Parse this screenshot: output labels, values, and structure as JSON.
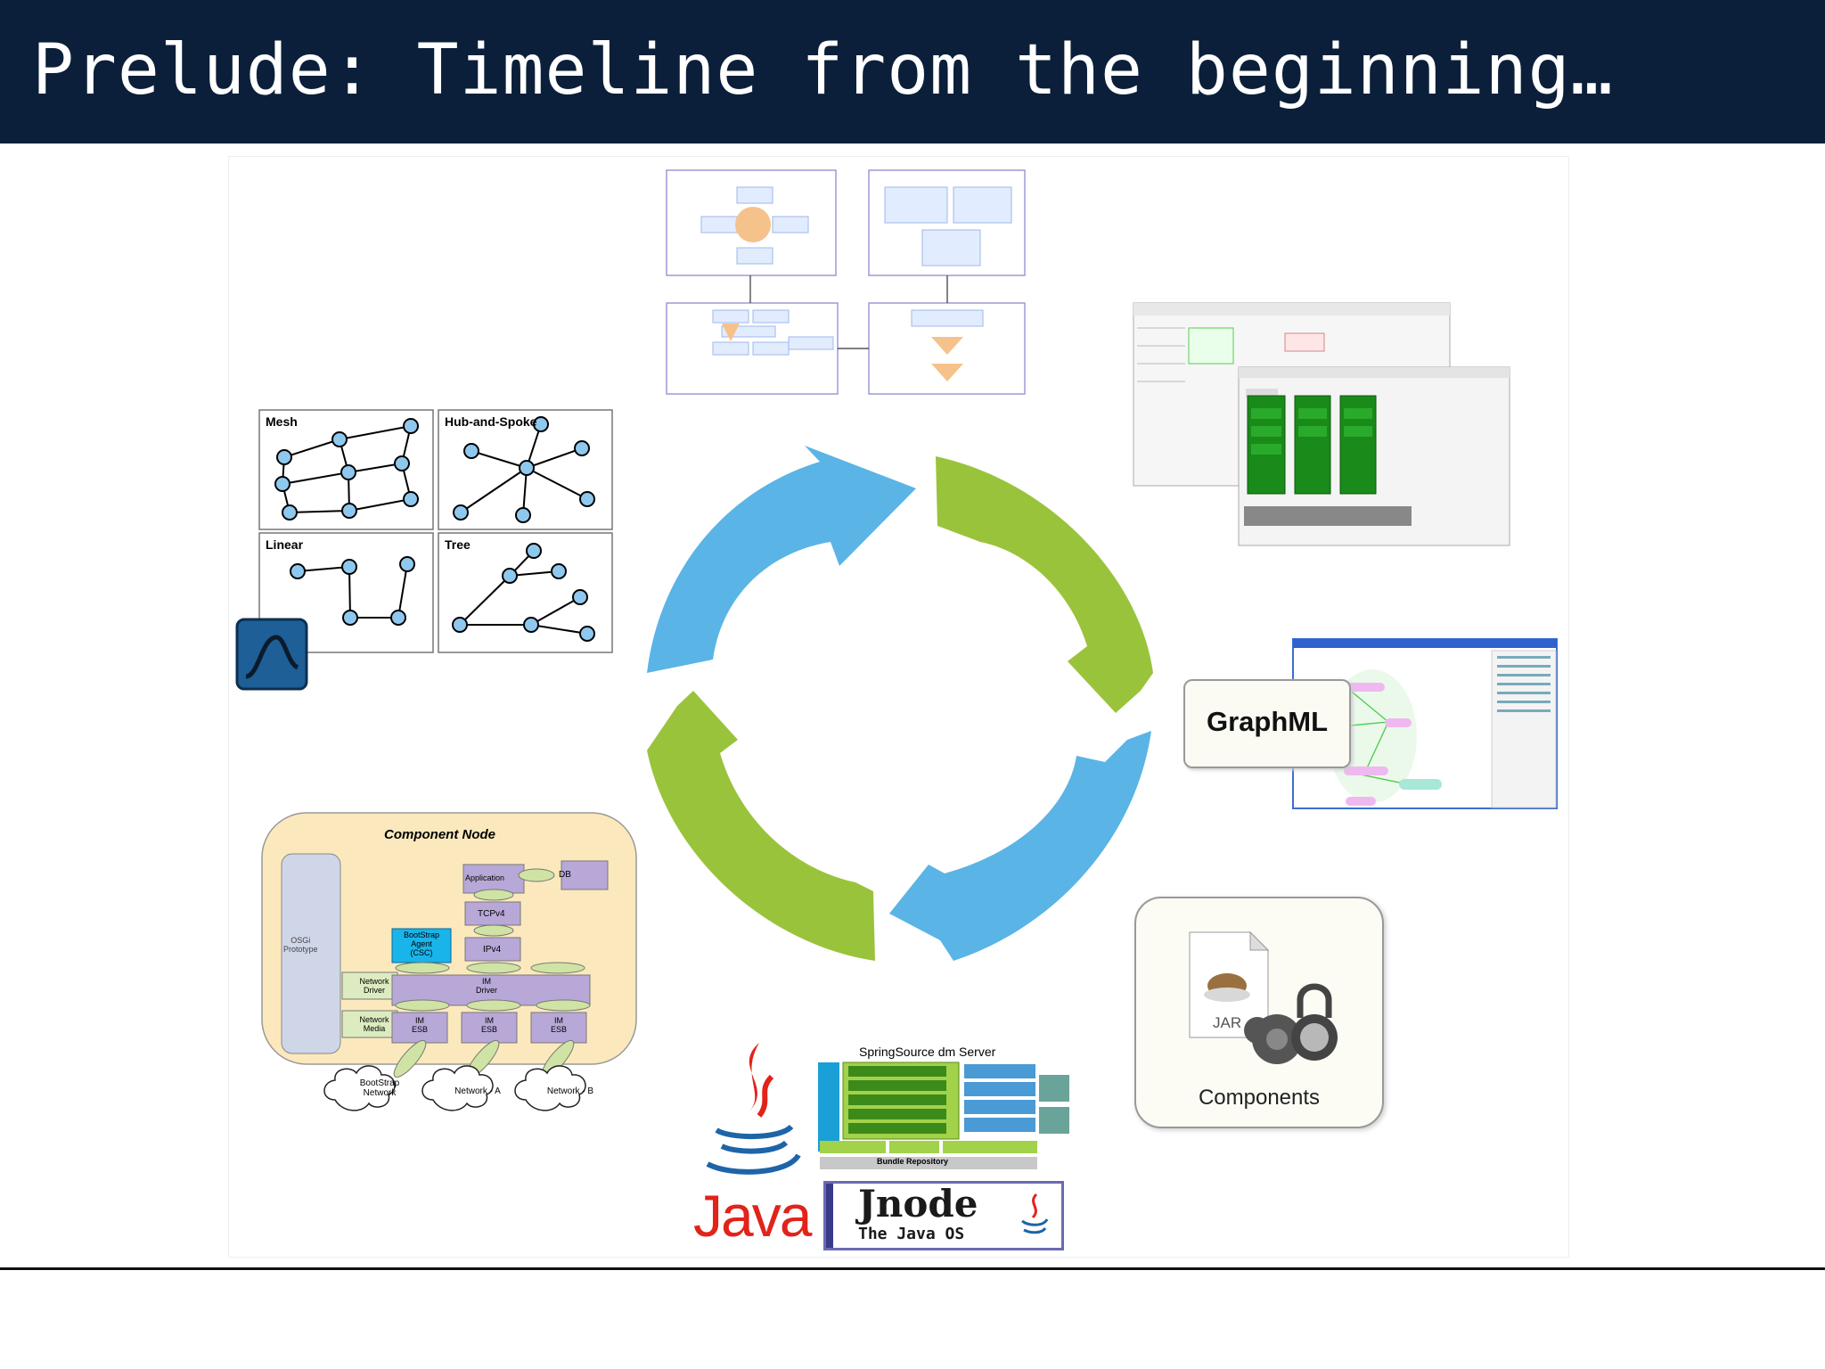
{
  "slide": {
    "title": "Prelude: Timeline from the beginning…"
  },
  "topologies": {
    "mesh": "Mesh",
    "hub": "Hub-and-Spoke",
    "linear": "Linear",
    "tree": "Tree"
  },
  "component_node": {
    "title": "Component Node",
    "osgi": [
      "OSGi",
      "Prototype"
    ],
    "network_driver": [
      "Network",
      "Driver"
    ],
    "network_media": [
      "Network",
      "Media"
    ],
    "bootstrap_agent": [
      "BootStrap",
      "Agent",
      "(CSC)"
    ],
    "application": "Application",
    "db": "DB",
    "tcpv4": "TCPv4",
    "ipv4": "IPv4",
    "im_driver": [
      "IM",
      "Driver"
    ],
    "im_esb": [
      "IM",
      "ESB"
    ],
    "clouds": [
      [
        "BootStrap",
        "Network"
      ],
      [
        "Network - A"
      ],
      [
        "Network - B"
      ]
    ]
  },
  "right_labels": {
    "graphml": "GraphML",
    "jar": "JAR",
    "components": "Components"
  },
  "bottom": {
    "spring_title": "SpringSource dm Server",
    "bundle_repo": "Bundle Repository",
    "java": "Java",
    "jnode": "Jnode",
    "jnode_sub": "The Java OS"
  },
  "colors": {
    "title_bg": "#0b1f3a",
    "cycle_blue": "#5ab4e6",
    "cycle_green": "#9ac33c",
    "node_fill": "#8fc8ee",
    "graph_green": "#1a8a1a"
  }
}
